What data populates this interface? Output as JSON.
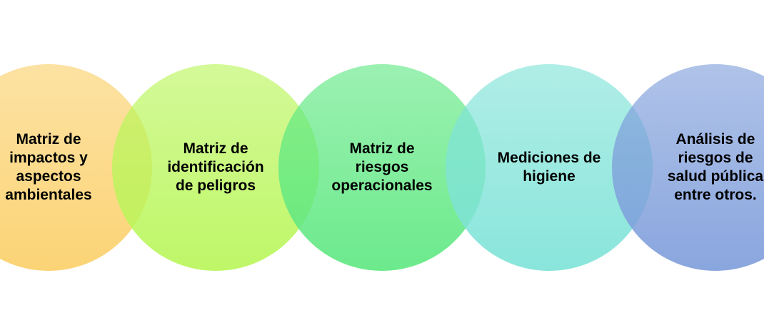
{
  "diagram": {
    "nodes": [
      {
        "label": "Matriz de\nimpactos y\naspectos\nambientales",
        "color": "#fbd06a"
      },
      {
        "label": "Matriz de\nidentificación\nde peligros",
        "color": "#b9f65a"
      },
      {
        "label": "Matriz de\nriesgos\noperacionales",
        "color": "#5fe882"
      },
      {
        "label": "Mediciones de\nhigiene",
        "color": "#7fe3d8"
      },
      {
        "label": "Análisis de\nriesgos de\nsalud pública\nentre otros.",
        "color": "#7f9edb"
      }
    ]
  }
}
